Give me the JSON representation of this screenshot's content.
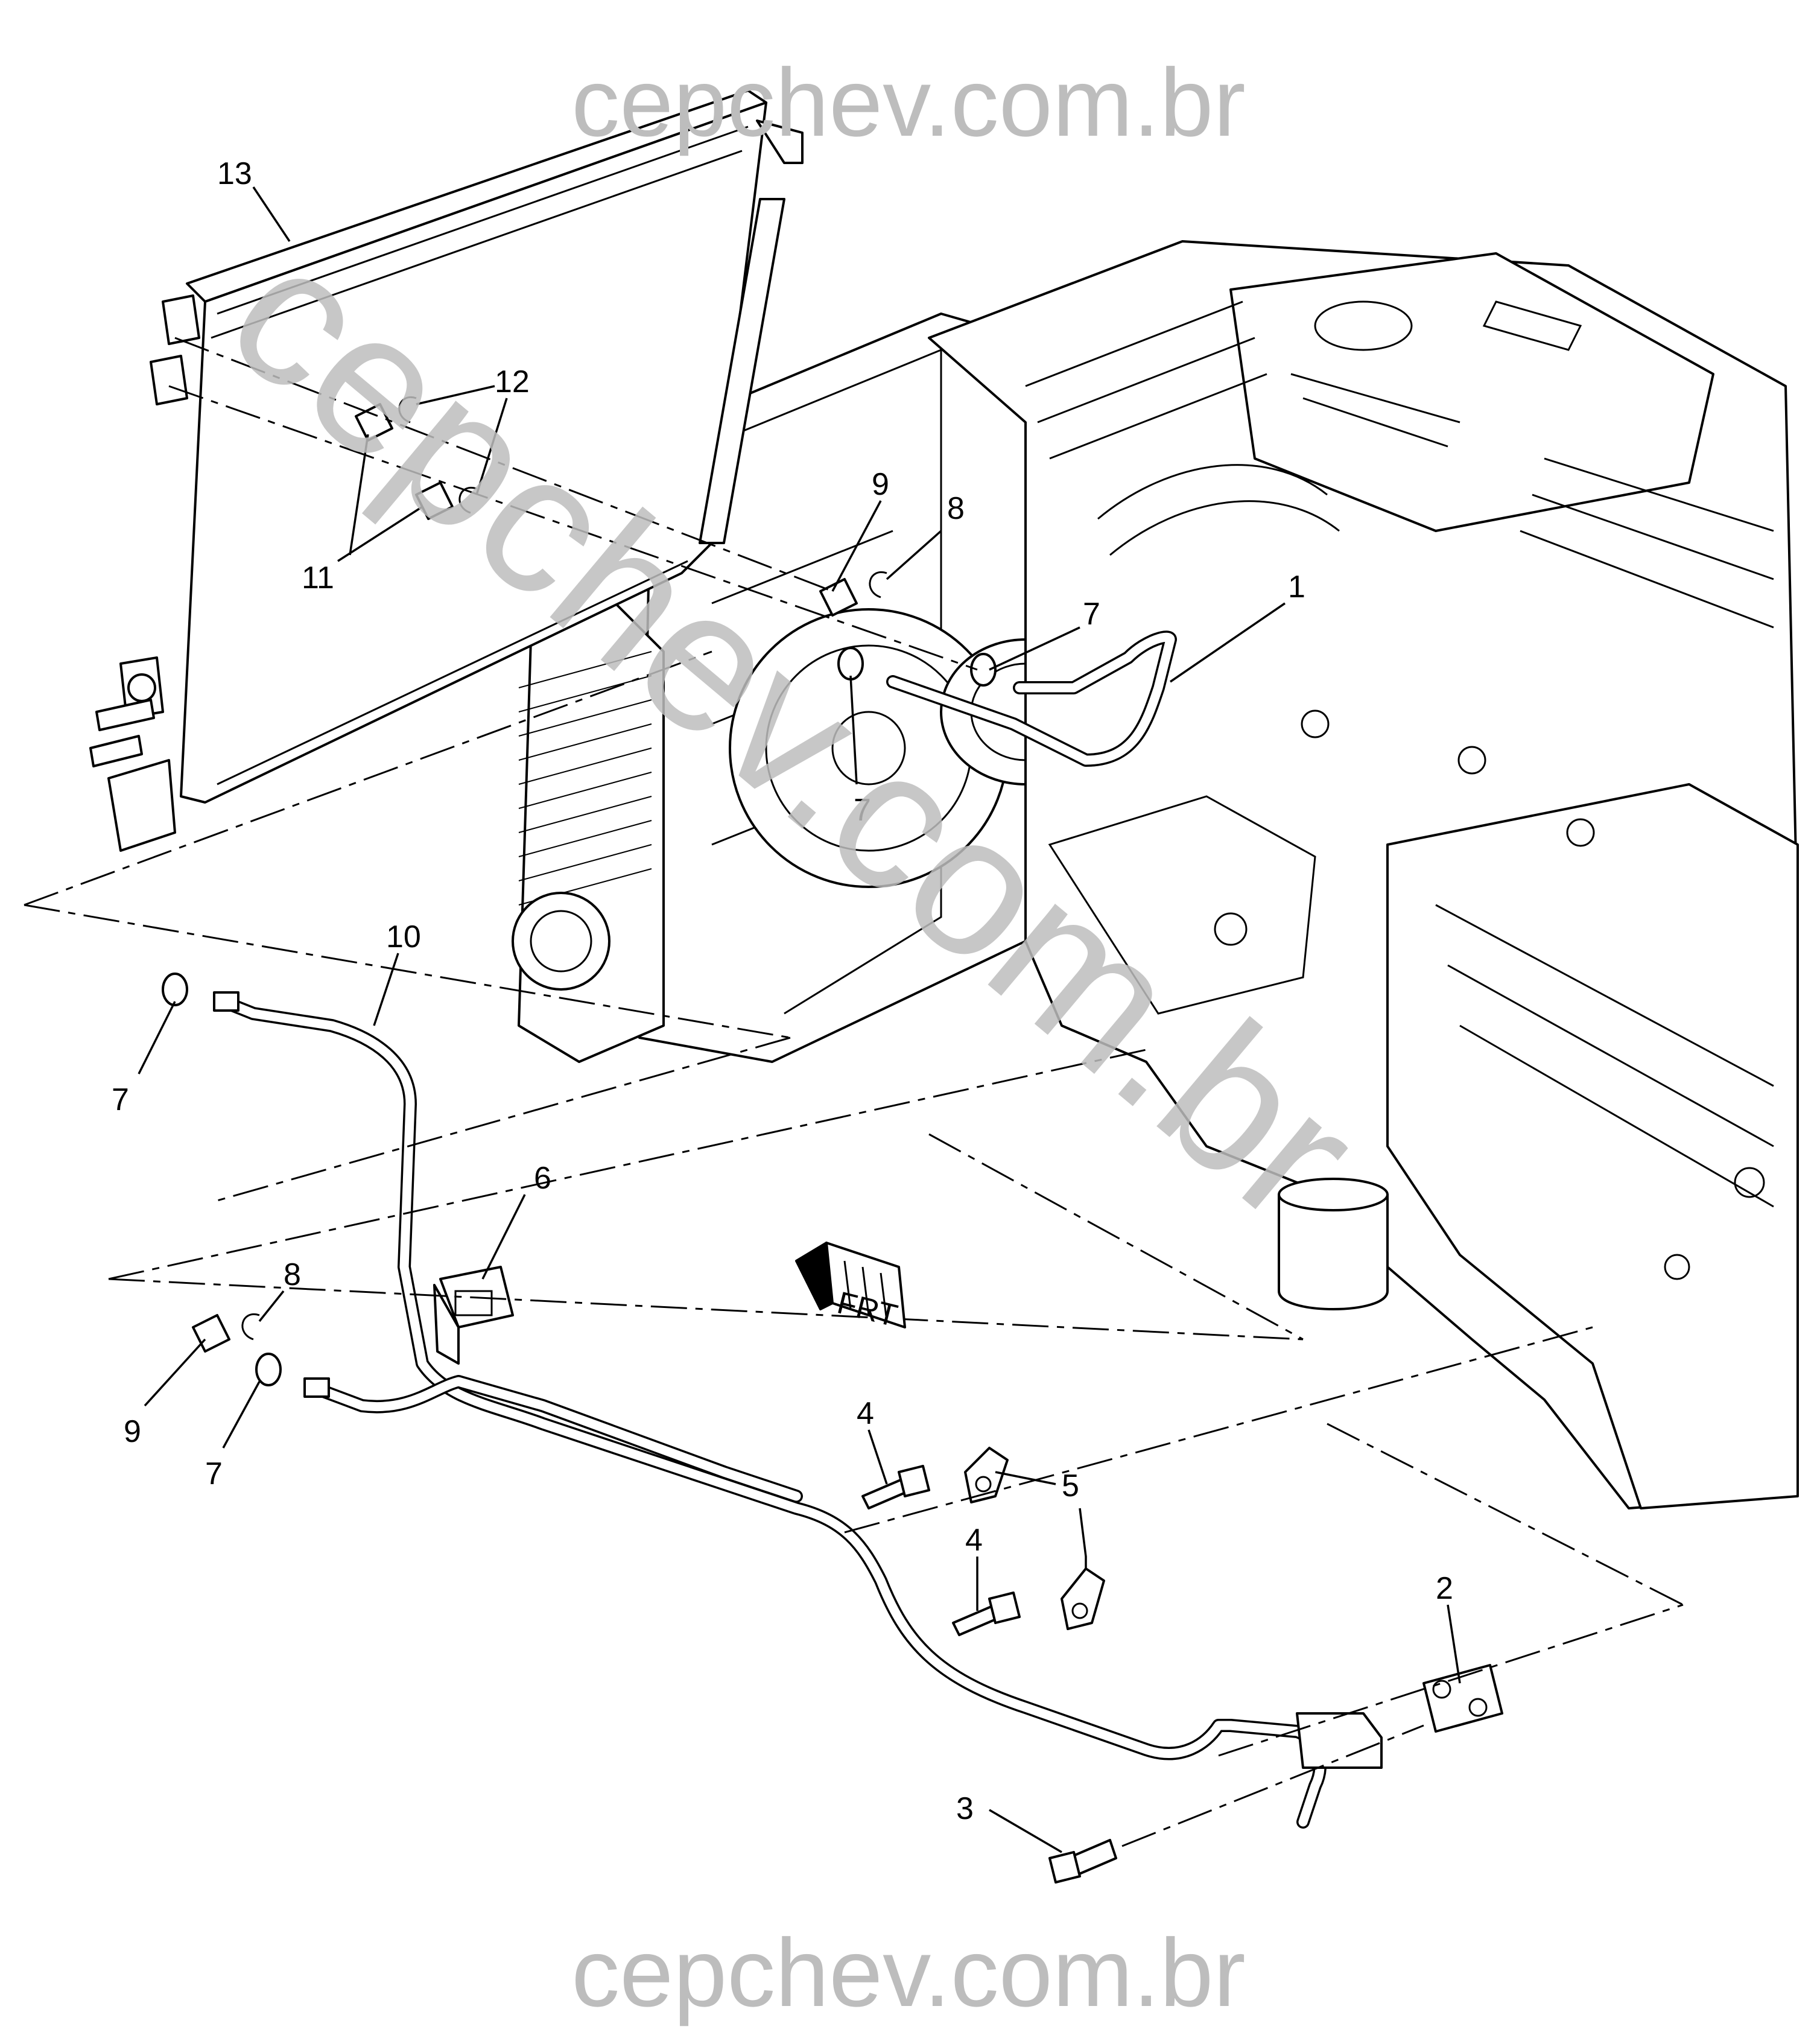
{
  "watermarks": {
    "top": "cepchev.com.br",
    "bottom": "cepchev.com.br",
    "diagonal": "cepchev.com.br"
  },
  "callouts": [
    {
      "id": "c1",
      "label": "1"
    },
    {
      "id": "c2",
      "label": "2"
    },
    {
      "id": "c3",
      "label": "3"
    },
    {
      "id": "c4a",
      "label": "4"
    },
    {
      "id": "c4b",
      "label": "4"
    },
    {
      "id": "c5",
      "label": "5"
    },
    {
      "id": "c6",
      "label": "6"
    },
    {
      "id": "c7a",
      "label": "7"
    },
    {
      "id": "c7b",
      "label": "7"
    },
    {
      "id": "c7c",
      "label": "7"
    },
    {
      "id": "c7d",
      "label": "7"
    },
    {
      "id": "c8a",
      "label": "8"
    },
    {
      "id": "c8b",
      "label": "8"
    },
    {
      "id": "c9a",
      "label": "9"
    },
    {
      "id": "c9b",
      "label": "9"
    },
    {
      "id": "c10",
      "label": "10"
    },
    {
      "id": "c11",
      "label": "11"
    },
    {
      "id": "c12",
      "label": "12"
    },
    {
      "id": "c13",
      "label": "13"
    }
  ],
  "front_arrow": {
    "label": "FRT",
    "icon": "front-direction-arrow-icon"
  },
  "colors": {
    "line": "#000000",
    "watermark": "#bdbdbd",
    "background": "#ffffff"
  }
}
